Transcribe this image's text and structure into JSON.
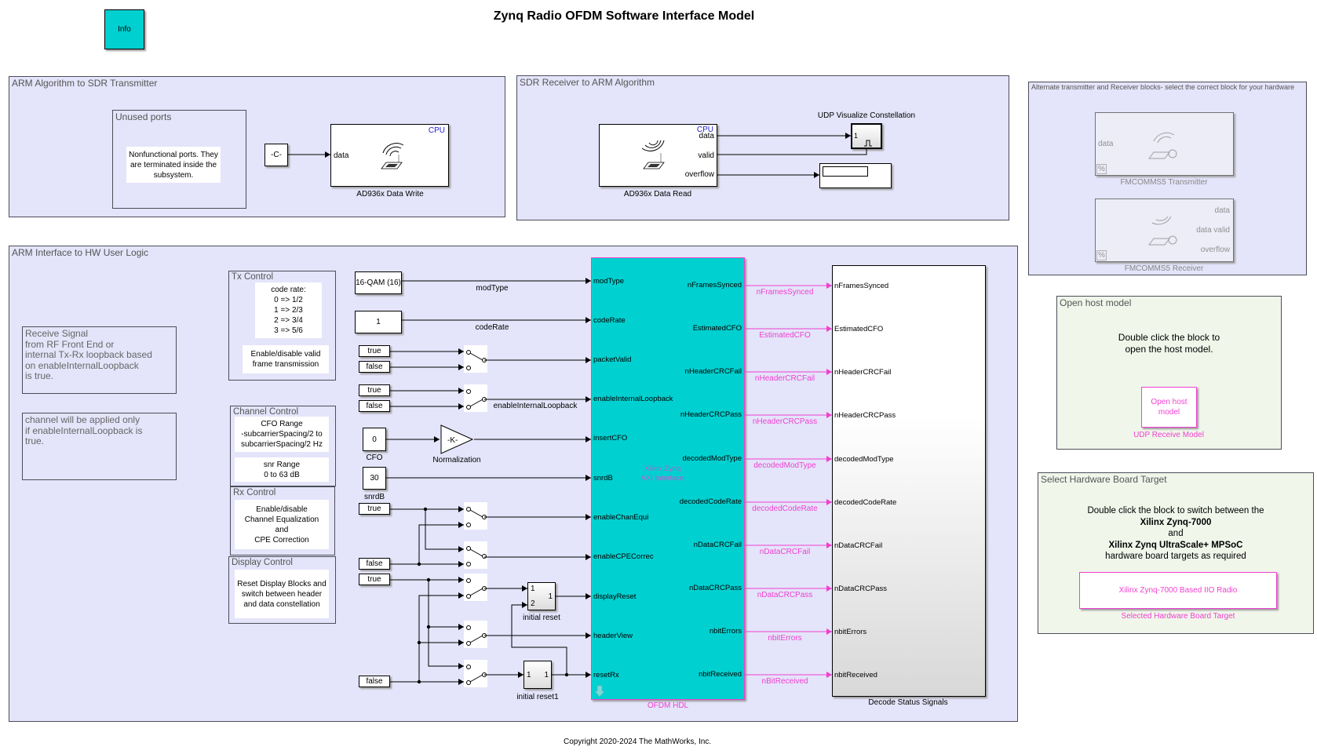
{
  "title": "Zynq Radio OFDM Software Interface Model",
  "info_block": {
    "label": "Info",
    "color": "#00d0d0"
  },
  "copyright": "Copyright 2020-2024 The MathWorks, Inc.",
  "tx_area": {
    "title": "ARM Algorithm to SDR Transmitter",
    "unused_ports": {
      "title": "Unused ports",
      "note": "Nonfunctional ports. They\nare terminated inside the\nsubsystem."
    },
    "constant": "-C-",
    "write_block": {
      "name": "AD936x Data Write",
      "badge": "CPU",
      "port": "data"
    }
  },
  "rx_area": {
    "title": "SDR Receiver to ARM Algorithm",
    "read_block": {
      "name": "AD936x Data Read",
      "badge": "CPU",
      "ports": [
        "data",
        "valid",
        "overflow"
      ]
    },
    "udp_block": {
      "name": "UDP Visualize Constellation",
      "port": "1"
    }
  },
  "alt_area": {
    "title": "Alternate transmitter and Receiver blocks- select the correct block for your hardware",
    "transmitter": {
      "name": "FMCOMMS5 Transmitter",
      "port": "data",
      "badge": "%"
    },
    "receiver": {
      "name": "FMCOMMS5 Receiver",
      "ports": [
        "data",
        "data valid",
        "overflow"
      ],
      "badge": "%"
    }
  },
  "host_area": {
    "title": "Open host model",
    "text": "Double click the block to\nopen the host model.",
    "button": "Open host\nmodel",
    "button_caption": "UDP Receive Model"
  },
  "hw_area": {
    "title": "Select Hardware Board Target",
    "line1": "Double click the block to switch between the",
    "bold1": "Xilinx Zynq-7000",
    "and": "and",
    "bold2": "Xilinx Zynq UltraScale+ MPSoC",
    "line2": "hardware board targets as required",
    "button": "Xilinx Zynq-7000 Based IIO Radio",
    "button_caption": "Selected Hardware Board Target"
  },
  "hw_logic_area": {
    "title": "ARM Interface to HW User Logic",
    "receive_note": "Receive Signal\nfrom RF Front End or\ninternal Tx-Rx loopback based\non enableInternalLoopback\n is true.",
    "channel_note": "channel will be applied only\n if enableInternalLoopback is\ntrue.",
    "tx_control": {
      "title": "Tx Control",
      "code_rate": "code rate:\n0 => 1/2\n 1 => 2/3\n 2 => 3/4\n 3 => 5/6",
      "valid_note": "Enable/disable valid\nframe transmission"
    },
    "channel_control": {
      "title": "Channel Control",
      "cfo_note": "CFO Range\n-subcarrierSpacing/2 to\nsubcarrierSpacing/2 Hz",
      "snr_note": "snr Range\n0 to 63 dB"
    },
    "rx_control": {
      "title": "Rx Control",
      "note": "Enable/disable\nChannel Equalization\nand\nCPE Correction"
    },
    "display_control": {
      "title": "Display Control",
      "note": "Reset Display Blocks and\nswitch between header\nand data constellation"
    },
    "constants": {
      "modType": "16-QAM (16)",
      "codeRate": "1",
      "true": "true",
      "false": "false",
      "cfo": "0",
      "cfo_label": "CFO",
      "snr": "30",
      "snr_label": "snrdB",
      "gain": "-K-",
      "gain_label": "Normalization"
    },
    "signal_labels": {
      "modType": "modType",
      "codeRate": "codeRate",
      "enableInternalLoopback": "enableInternalLoopback"
    },
    "initial_reset": {
      "name": "initial reset",
      "in1": "1",
      "in2": "2",
      "out": "1"
    },
    "initial_reset1": {
      "name": "initial reset1",
      "in1": "1",
      "out": "1"
    },
    "ofdm_hdl": {
      "name": "OFDM HDL",
      "subtitle": "Xilinx Zynq\nAXI Interface",
      "color": "#00d0d0",
      "inputs": [
        "modType",
        "codeRate",
        "packetValid",
        "enableInternalLoopback",
        "insertCFO",
        "snrdB",
        "enableChanEqui",
        "enableCPECorrec",
        "displayReset",
        "headerView",
        "resetRx"
      ],
      "outputs": [
        "nFramesSynced",
        "EstimatedCFO",
        "nHeaderCRCFail",
        "nHeaderCRCPass",
        "decodedModType",
        "decodedCodeRate",
        "nDataCRCFail",
        "nDataCRCPass",
        "nbitErrors",
        "nbitReceived"
      ]
    },
    "wire_labels": [
      "nFramesSynced",
      "EstimatedCFO",
      "nHeaderCRCFail",
      "nHeaderCRCPass",
      "decodedModType",
      "decodedCodeRate",
      "nDataCRCFail",
      "nDataCRCPass",
      "nbitErrors",
      "nBitReceived"
    ],
    "decode_block": {
      "name": "Decode Status Signals",
      "inputs": [
        "nFramesSynced",
        "EstimatedCFO",
        "nHeaderCRCFail",
        "nHeaderCRCPass",
        "decodedModType",
        "decodedCodeRate",
        "nDataCRCFail",
        "nDataCRCPass",
        "nbitErrors",
        "nbitReceived"
      ]
    }
  }
}
